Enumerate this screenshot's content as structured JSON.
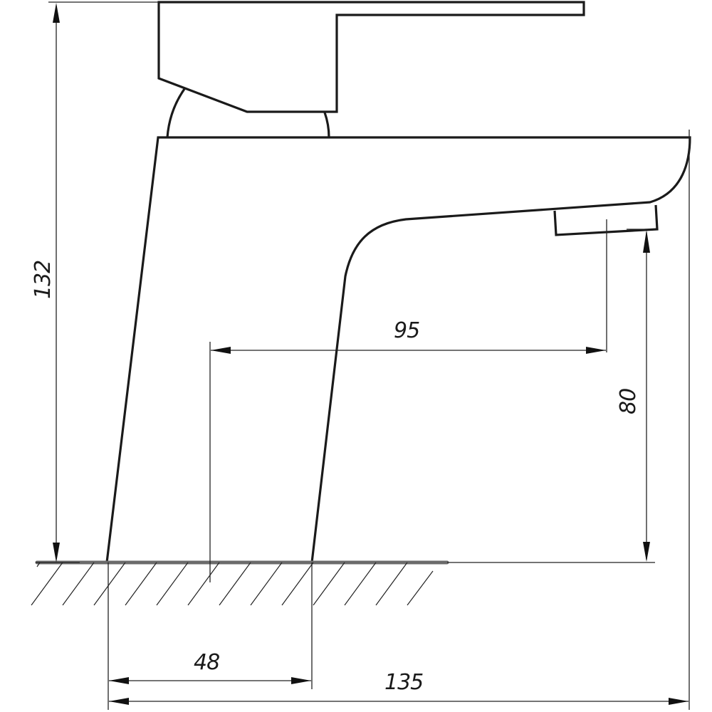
{
  "drawing": {
    "subject": "Basin faucet side view",
    "units": "mm"
  },
  "dimensions": {
    "total_height": "132",
    "spout_reach": "95",
    "spout_clearance": "80",
    "base_width": "48",
    "total_length": "135"
  },
  "colors": {
    "outline": "#1a1a1a",
    "floor": "#6b6b6b",
    "background": "#ffffff"
  }
}
